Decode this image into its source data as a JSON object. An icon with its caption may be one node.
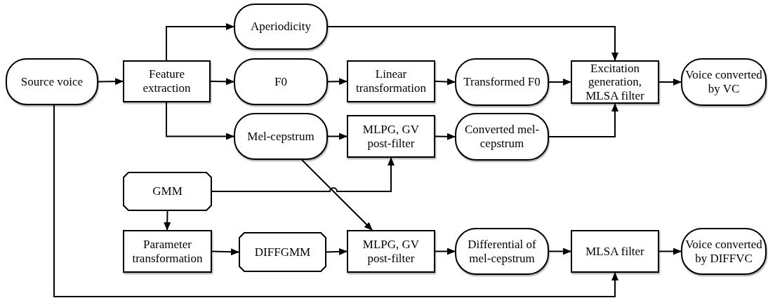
{
  "diagram": {
    "nodes": [
      {
        "text": [
          "Source voice"
        ]
      },
      {
        "text": [
          "Feature extraction"
        ]
      },
      {
        "text": [
          "Aperiodicity"
        ]
      },
      {
        "text": [
          "F0"
        ]
      },
      {
        "text": [
          "Linear transformation"
        ]
      },
      {
        "text": [
          "Transformed F0"
        ]
      },
      {
        "text": [
          "Excitation generation, MLSA filter"
        ]
      },
      {
        "text": [
          "Voice converted by VC"
        ]
      },
      {
        "text": [
          "Mel-cepstrum"
        ]
      },
      {
        "text": [
          "MLPG, GV post-filter"
        ]
      },
      {
        "text": [
          "Converted mel-cepstrum"
        ]
      },
      {
        "text": [
          "GMM"
        ]
      },
      {
        "text": [
          "Parameter transformation"
        ]
      },
      {
        "text": [
          "DIFFGMM"
        ]
      },
      {
        "text": [
          "MLPG, GV post-filter"
        ]
      },
      {
        "text": [
          "Differential of mel-cepstrum"
        ]
      },
      {
        "text": [
          "MLSA filter"
        ]
      },
      {
        "text": [
          "Voice converted by DIFFVC"
        ]
      }
    ],
    "edges": [
      {
        "from": 0,
        "to": 1,
        "arrow": "to"
      },
      {
        "from": 1,
        "to": 2,
        "arrow": "to"
      },
      {
        "from": 1,
        "to": 3,
        "arrow": "to"
      },
      {
        "from": 1,
        "to": 8,
        "arrow": "to"
      },
      {
        "from": 2,
        "to": 6,
        "arrow": "to"
      },
      {
        "from": 3,
        "to": 4,
        "arrow": "to"
      },
      {
        "from": 4,
        "to": 5,
        "arrow": "to"
      },
      {
        "from": 5,
        "to": 6,
        "arrow": "to"
      },
      {
        "from": 6,
        "to": 7,
        "arrow": "to"
      },
      {
        "from": 8,
        "to": 9,
        "arrow": "to"
      },
      {
        "from": 9,
        "to": 10,
        "arrow": "to"
      },
      {
        "from": 10,
        "to": 6,
        "arrow": "to"
      },
      {
        "from": 11,
        "to": 9,
        "arrow": "to"
      },
      {
        "from": 8,
        "to": 14,
        "arrow": "to"
      },
      {
        "from": 11,
        "to": 12,
        "arrow": "to"
      },
      {
        "from": 12,
        "to": 13,
        "arrow": "to"
      },
      {
        "from": 13,
        "to": 14,
        "arrow": "to"
      },
      {
        "from": 14,
        "to": 15,
        "arrow": "to"
      },
      {
        "from": 15,
        "to": 16,
        "arrow": "to"
      },
      {
        "from": 16,
        "to": 17,
        "arrow": "to"
      },
      {
        "from": 0,
        "to": 16,
        "arrow": "to"
      }
    ]
  }
}
